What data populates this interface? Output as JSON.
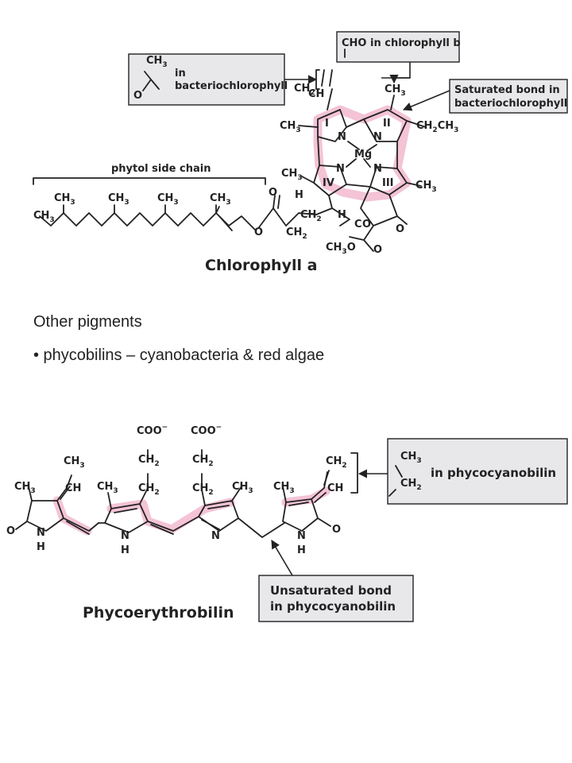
{
  "chlorophyll": {
    "title": "Chlorophyll a",
    "phytol_label": "phytol side chain",
    "bacterio_box": [
      "in",
      "bacteriochlorophyll"
    ],
    "cho_box": "CHO in chlorophyll b",
    "saturated_box": [
      "Saturated  bond in",
      "bacteriochlorophyll"
    ],
    "metal": "Mg",
    "rings": [
      "I",
      "II",
      "III",
      "IV"
    ]
  },
  "text": {
    "heading": "Other pigments",
    "bullet": "• phycobilins – cyanobacteria & red algae"
  },
  "phycoerythrobilin": {
    "title": "Phycoerythrobilin",
    "phycocyanobilin_box": "in phycocyanobilin",
    "unsaturated_box": [
      "Unsaturated bond",
      "in phycocyanobilin"
    ]
  }
}
